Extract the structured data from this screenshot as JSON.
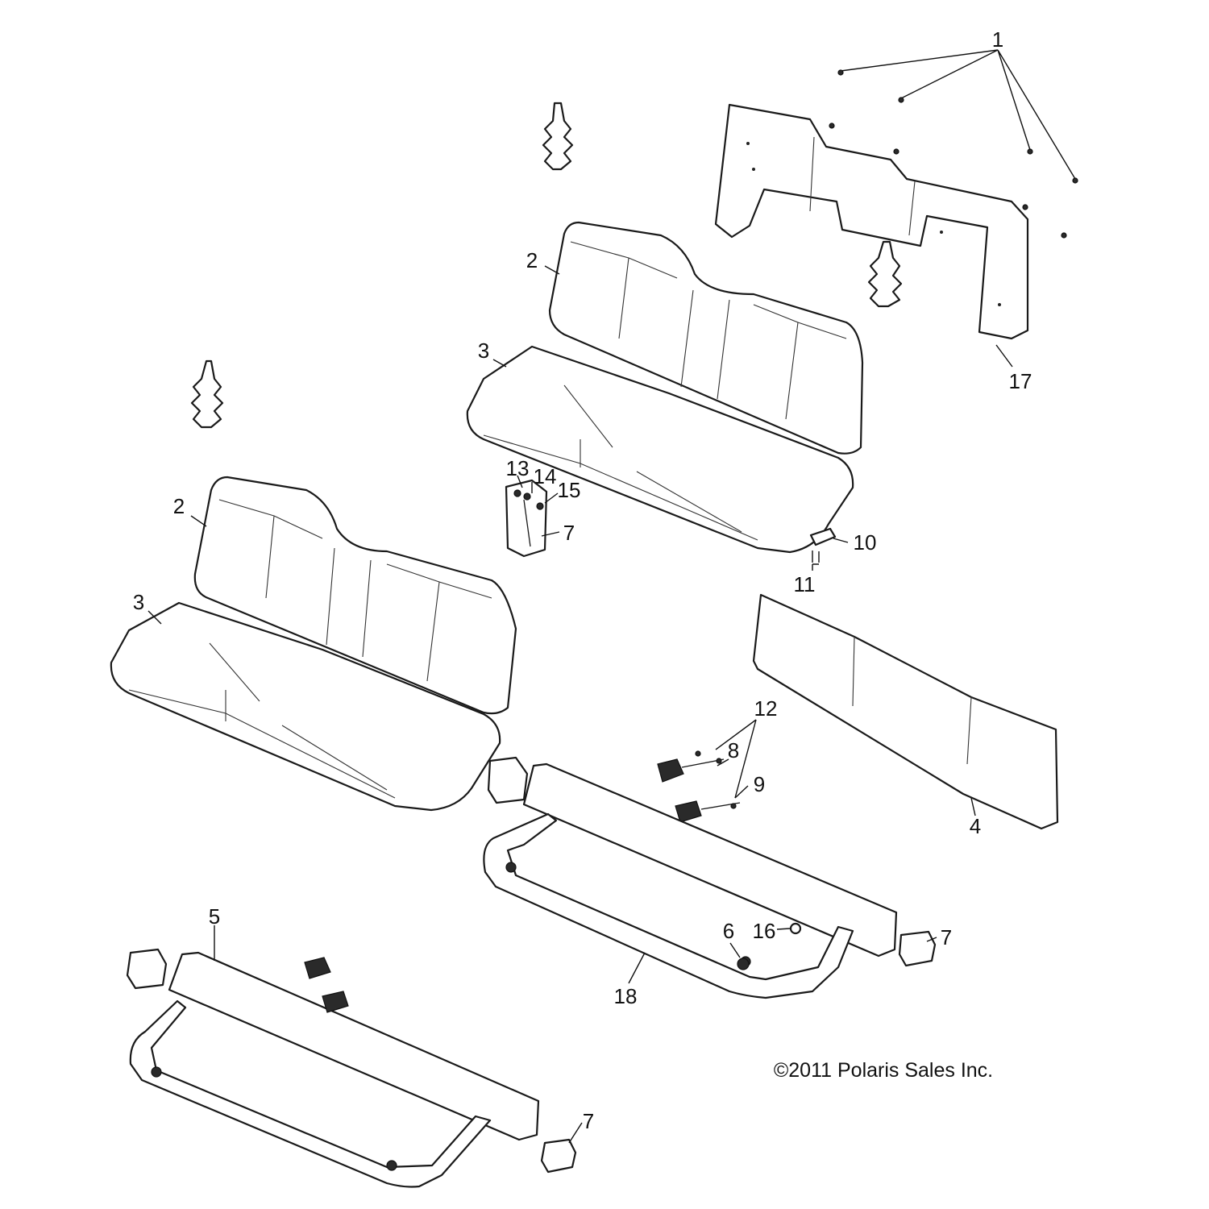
{
  "diagram": {
    "callouts": [
      "1",
      "2",
      "3",
      "2",
      "3",
      "13",
      "14",
      "15",
      "7",
      "10",
      "11",
      "17",
      "12",
      "8",
      "9",
      "4",
      "5",
      "6",
      "16",
      "7",
      "18",
      "7"
    ],
    "copyright": "©2011 Polaris Sales Inc."
  }
}
